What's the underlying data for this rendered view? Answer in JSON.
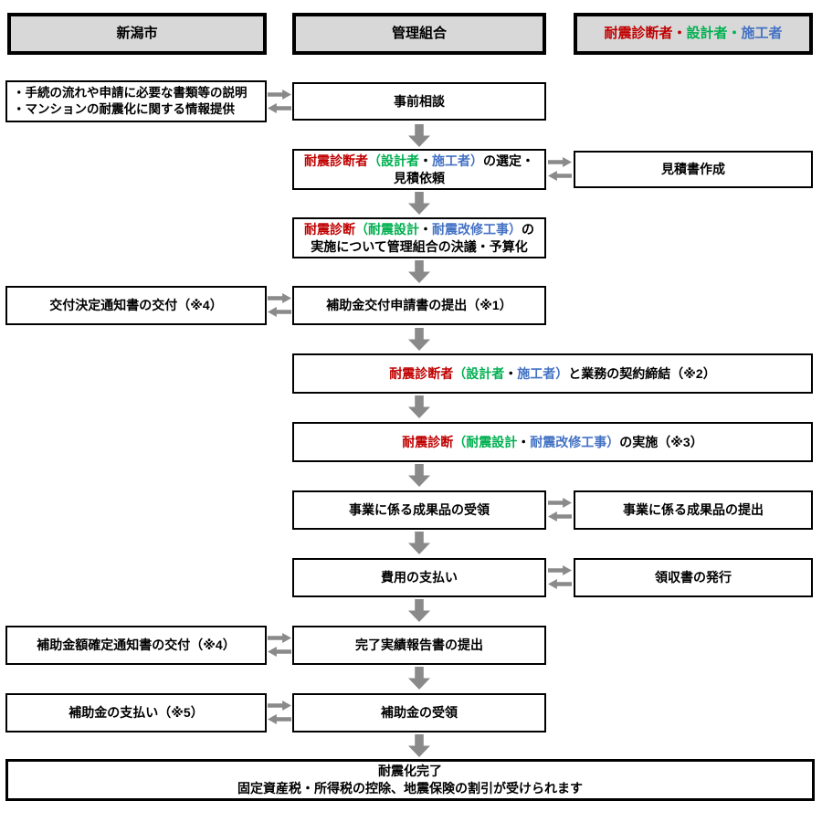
{
  "colors": {
    "red": "#c00000",
    "green": "#00b050",
    "blue": "#4472c4",
    "black": "#000000",
    "arrow_gray": "#8a8a8a",
    "header_bg": "#d8d8d8",
    "box_border": "#000000"
  },
  "headers": {
    "city": {
      "lines": [
        [
          {
            "t": "新潟市"
          }
        ]
      ]
    },
    "union": {
      "lines": [
        [
          {
            "t": "管理組合"
          }
        ]
      ]
    },
    "vendor": {
      "lines": [
        [
          {
            "t": "耐震診断者",
            "c": "red"
          },
          {
            "t": "・",
            "c": "red"
          },
          {
            "t": "設計者",
            "c": "green"
          },
          {
            "t": "・",
            "c": "green"
          },
          {
            "t": "施工者",
            "c": "blue"
          }
        ]
      ]
    }
  },
  "nodes": {
    "preconsult_info": {
      "lines": [
        [
          {
            "t": "・手続の流れや申請に必要な書類等の説明"
          }
        ],
        [
          {
            "t": "・マンションの耐震化に関する情報提供"
          }
        ]
      ]
    },
    "preconsult": {
      "lines": [
        [
          {
            "t": "事前相談"
          }
        ]
      ]
    },
    "vendor_selection": {
      "lines": [
        [
          {
            "t": "耐震診断者",
            "c": "red"
          },
          {
            "t": "（設計者",
            "c": "green"
          },
          {
            "t": "・"
          },
          {
            "t": "施工者）",
            "c": "blue"
          },
          {
            "t": "の選定・"
          }
        ],
        [
          {
            "t": "見積依頼"
          }
        ]
      ]
    },
    "estimate": {
      "lines": [
        [
          {
            "t": "見積書作成"
          }
        ]
      ]
    },
    "resolution": {
      "lines": [
        [
          {
            "t": "耐震診断",
            "c": "red"
          },
          {
            "t": "（耐震設計",
            "c": "green"
          },
          {
            "t": "・"
          },
          {
            "t": "耐震改修工事）",
            "c": "blue"
          },
          {
            "t": "の"
          }
        ],
        [
          {
            "t": "実施について管理組合の決議・予算化"
          }
        ]
      ]
    },
    "grant_decision_notice": {
      "lines": [
        [
          {
            "t": "交付決定通知書の交付（※4）"
          }
        ]
      ]
    },
    "grant_application": {
      "lines": [
        [
          {
            "t": "補助金交付申請書の提出（※1）"
          }
        ]
      ]
    },
    "contract": {
      "lines": [
        [
          {
            "t": "耐震診断者",
            "c": "red"
          },
          {
            "t": "（設計者",
            "c": "green"
          },
          {
            "t": "・"
          },
          {
            "t": "施工者）",
            "c": "blue"
          },
          {
            "t": "と業務の契約締結（※2）"
          }
        ]
      ]
    },
    "implementation": {
      "lines": [
        [
          {
            "t": "耐震診断",
            "c": "red"
          },
          {
            "t": "（耐震設計",
            "c": "green"
          },
          {
            "t": "・"
          },
          {
            "t": "耐震改修工事）",
            "c": "blue"
          },
          {
            "t": "の実施（※3）"
          }
        ]
      ]
    },
    "deliverables_receive": {
      "lines": [
        [
          {
            "t": "事業に係る成果品の受領"
          }
        ]
      ]
    },
    "deliverables_submit": {
      "lines": [
        [
          {
            "t": "事業に係る成果品の提出"
          }
        ]
      ]
    },
    "cost_payment": {
      "lines": [
        [
          {
            "t": "費用の支払い"
          }
        ]
      ]
    },
    "receipt_issue": {
      "lines": [
        [
          {
            "t": "領収書の発行"
          }
        ]
      ]
    },
    "amount_notice": {
      "lines": [
        [
          {
            "t": "補助金額確定通知書の交付（※4）"
          }
        ]
      ]
    },
    "completion_report": {
      "lines": [
        [
          {
            "t": "完了実績報告書の提出"
          }
        ]
      ]
    },
    "subsidy_payment": {
      "lines": [
        [
          {
            "t": "補助金の支払い（※5）"
          }
        ]
      ]
    },
    "subsidy_receive": {
      "lines": [
        [
          {
            "t": "補助金の受領"
          }
        ]
      ]
    },
    "completion": {
      "lines": [
        [
          {
            "t": "耐震化完了"
          }
        ],
        [
          {
            "t": "固定資産税・所得税の控除、地震保険の割引が受けられます"
          }
        ]
      ]
    }
  }
}
